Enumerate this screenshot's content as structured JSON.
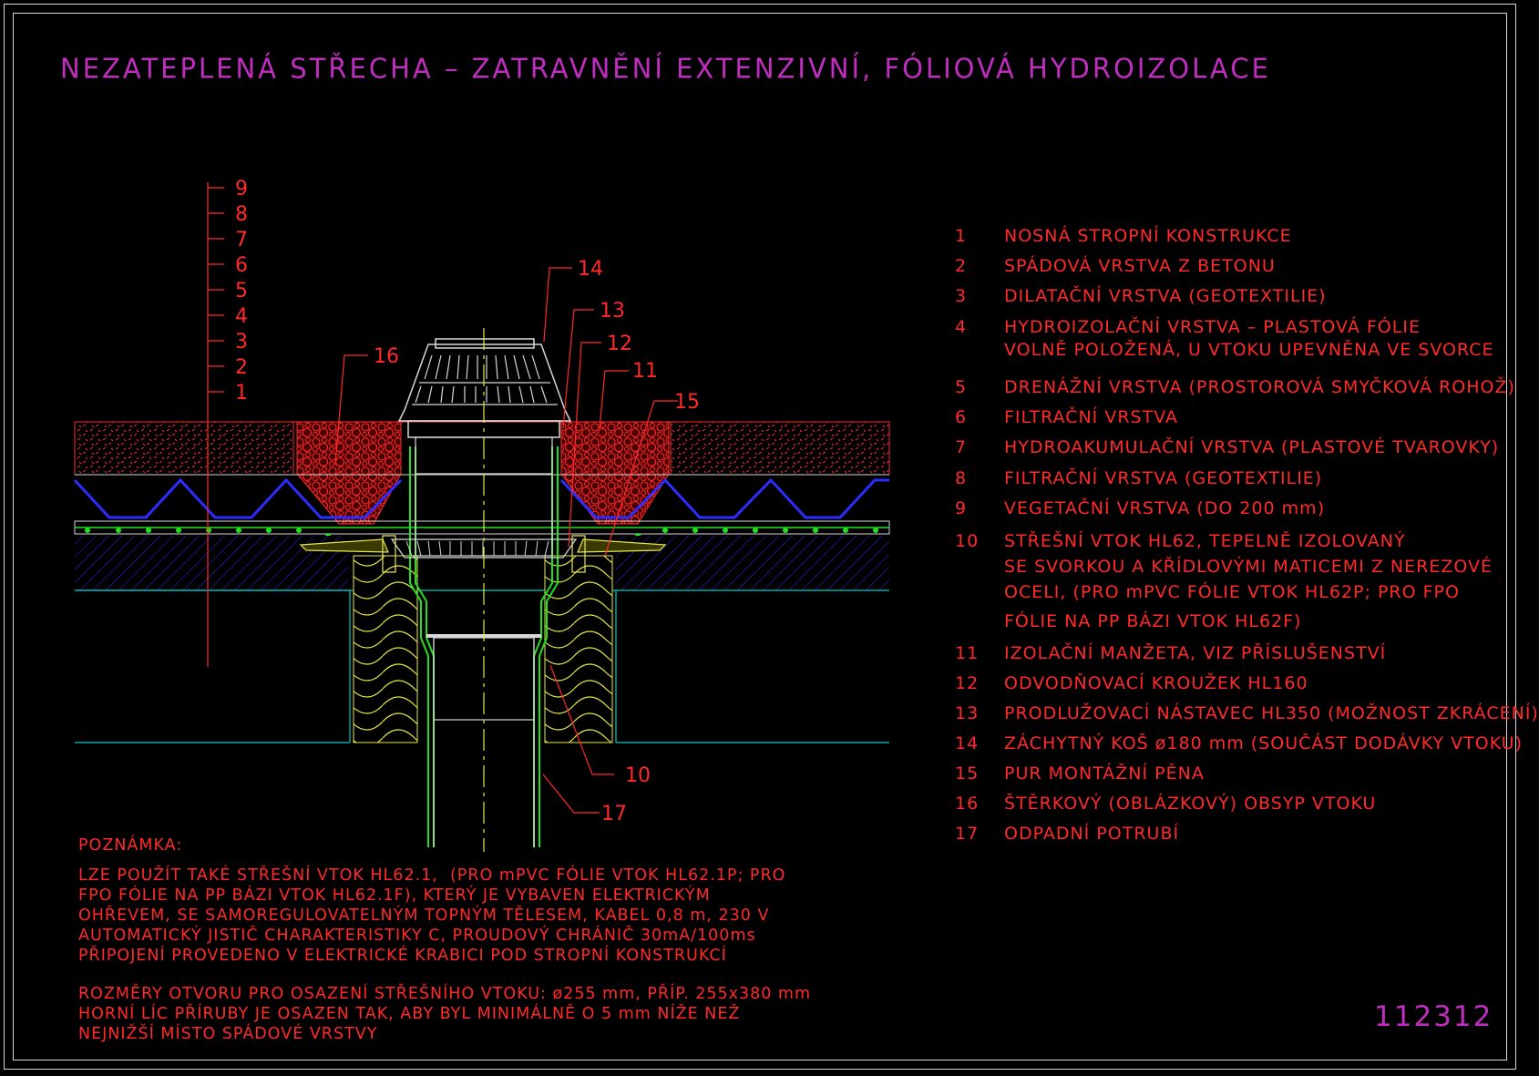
{
  "title": "NEZATEPLENÁ STŘECHA – ZATRAVNĚNÍ EXTENZIVNÍ, FÓLIOVÁ HYDROIZOLACE",
  "drawing_number": "112312",
  "scale_labels": [
    "9",
    "8",
    "7",
    "6",
    "5",
    "4",
    "3",
    "2",
    "1"
  ],
  "callouts": {
    "c14": "14",
    "c13": "13",
    "c12": "12",
    "c11": "11",
    "c15": "15",
    "c16": "16",
    "c10": "10",
    "c17": "17"
  },
  "legend": [
    {
      "num": "1",
      "text": "NOSNÁ STROPNÍ KONSTRUKCE"
    },
    {
      "num": "2",
      "text": "SPÁDOVÁ VRSTVA Z BETONU"
    },
    {
      "num": "3",
      "text": "DILATAČNÍ VRSTVA (GEOTEXTILIE)"
    },
    {
      "num": "4",
      "text": "HYDROIZOLAČNÍ VRSTVA – PLASTOVÁ FÓLIE"
    },
    {
      "num": "",
      "text": "VOLNĚ POLOŽENÁ, U VTOKU UPEVNĚNA VE SVORCE"
    },
    {
      "num": "5",
      "text": "DRENÁŽNÍ VRSTVA (PROSTOROVÁ SMYČKOVÁ ROHOŽ)"
    },
    {
      "num": "6",
      "text": "FILTRAČNÍ VRSTVA"
    },
    {
      "num": "7",
      "text": "HYDROAKUMULAČNÍ VRSTVA (PLASTOVÉ TVAROVKY)"
    },
    {
      "num": "8",
      "text": "FILTRAČNÍ VRSTVA (GEOTEXTILIE)"
    },
    {
      "num": "9",
      "text": "VEGETAČNÍ VRSTVA (DO 200 mm)"
    },
    {
      "num": "10",
      "text": "STŘEŠNÍ VTOK HL62, TEPELNĚ IZOLOVANÝ"
    },
    {
      "num": "",
      "text": "SE SVORKOU A KŘÍDLOVÝMI MATICEMI Z NEREZOVÉ"
    },
    {
      "num": "",
      "text": "OCELI, (PRO mPVC FÓLIE VTOK HL62P; PRO FPO"
    },
    {
      "num": "",
      "text": "FÓLIE NA PP BÁZI VTOK HL62F)"
    },
    {
      "num": "11",
      "text": "IZOLAČNÍ MANŽETA, VIZ PŘÍSLUŠENSTVÍ"
    },
    {
      "num": "12",
      "text": "ODVODŇOVACÍ KROUŽEK HL160"
    },
    {
      "num": "13",
      "text": "PRODLUŽOVACÍ NÁSTAVEC HL350 (MOŽNOST ZKRÁCENÍ)"
    },
    {
      "num": "14",
      "text": "ZÁCHYTNÝ KOŠ ø180 mm (SOUČÁST DODÁVKY VTOKU)"
    },
    {
      "num": "15",
      "text": "PUR MONTÁŽNÍ PĚNA"
    },
    {
      "num": "16",
      "text": "ŠTĚRKOVÝ (OBLÁZKOVÝ) OBSYP VTOKU"
    },
    {
      "num": "17",
      "text": "ODPADNÍ POTRUBÍ"
    }
  ],
  "note": {
    "heading": "POZNÁMKA:",
    "paragraph1": "LZE POUŽÍT TAKÉ STŘEŠNÍ VTOK HL62.1,  (PRO mPVC FÓLIE VTOK HL62.1P; PRO\nFPO FÓLIE NA PP BÁZI VTOK HL62.1F), KTERÝ JE VYBAVEN ELEKTRICKÝM\nOHŘEVEM, SE SAMOREGULOVATELNÝM TOPNÝM TĚLESEM, KABEL 0,8 m, 230 V\nAUTOMATICKÝ JISTIČ CHARAKTERISTIKY C, PROUDOVÝ CHRÁNIČ 30mA/100ms\nPŘIPOJENÍ PROVEDENO V ELEKTRICKÉ KRABICI POD STROPNÍ KONSTRUKCÍ",
    "paragraph2": "ROZMĚRY OTVORU PRO OSAZENÍ STŘEŠNÍHO VTOKU: ø255 mm, PŘÍP. 255x380 mm\nHORNÍ LÍC PŘÍRUBY JE OSAZEN TAK, ABY BYL MINIMÁLNĚ O 5 mm NÍŽE NEŽ\nNEJNIŽŠÍ MÍSTO SPÁDOVÉ VRSTVY"
  },
  "colors": {
    "background": "#000000",
    "title": "#c02ec0",
    "text": "#ff2a2a",
    "gravel": "#ff2a2a",
    "membrane": "#2d2dff",
    "insulation": "#e8e84a",
    "pipe": "#20e020",
    "structure": "#00c8c8"
  }
}
